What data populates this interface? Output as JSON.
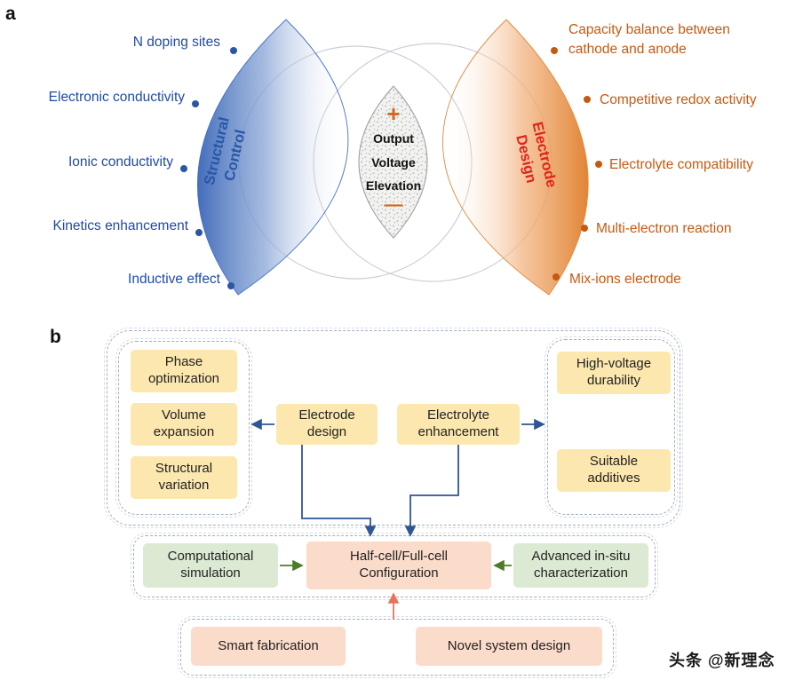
{
  "panel_a": {
    "label": "a",
    "left_group": {
      "title_line1": "Structural",
      "title_line2": "Control",
      "items": [
        "N doping sites",
        "Electronic conductivity",
        "Ionic conductivity",
        "Kinetics enhancement",
        "Inductive effect"
      ]
    },
    "right_group": {
      "title_line1": "Electrode",
      "title_line2": "Design",
      "items": [
        "Capacity balance between cathode and anode",
        "Competitive redox activity",
        "Electrolyte compatibility",
        "Multi-electron reaction",
        "Mix-ions electrode"
      ]
    },
    "center": {
      "plus": "+",
      "minus": "—",
      "lines": [
        "Output",
        "Voltage",
        "Elevation"
      ]
    }
  },
  "panel_b": {
    "label": "b",
    "left_column": [
      "Phase optimization",
      "Volume expansion",
      "Structural variation"
    ],
    "center_boxes": [
      "Electrode design",
      "Electrolyte enhancement"
    ],
    "right_column": [
      "High-voltage durability",
      "Suitable additives"
    ],
    "middle_row": {
      "left": "Computational simulation",
      "center": "Half-cell/Full-cell Configuration",
      "right": "Advanced in-situ characterization"
    },
    "bottom_row": [
      "Smart fabrication",
      "Novel system design"
    ]
  },
  "watermark": "头条 @新理念",
  "colors": {
    "blue_text": "#1F4BA5",
    "orange_text": "#C55A11",
    "structural_title": "#2857A6",
    "electrode_title": "#E02318",
    "plus_minus": "#D2691E",
    "arrow_blue": "#2F5597",
    "arrow_green": "#4F7B28",
    "arrow_red": "#E8745C",
    "box_yellow": "#FCE8AE",
    "box_green": "#DCEAD4",
    "box_salmon": "#FBDCCB"
  }
}
